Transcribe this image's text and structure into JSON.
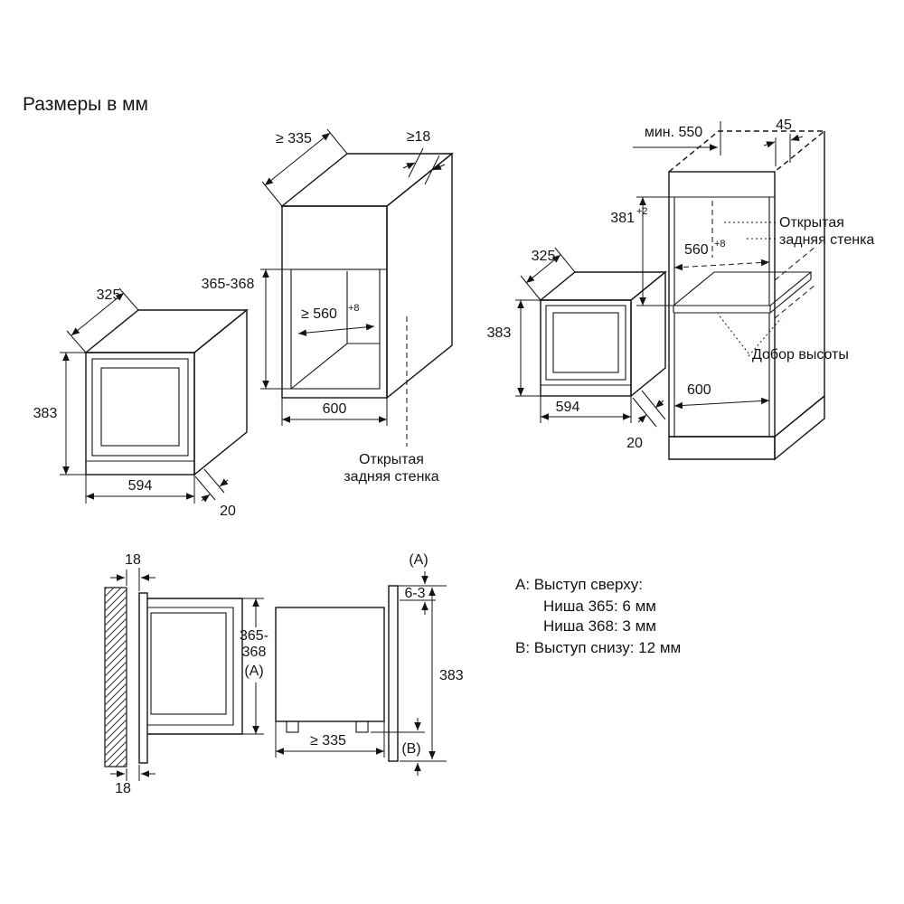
{
  "title": "Размеры в мм",
  "mw_left": {
    "depth": "325",
    "height": "383",
    "width": "594",
    "door_offset": "20"
  },
  "niche": {
    "min_depth": "≥ 335",
    "top_clearance": "≥18",
    "height": "365-368",
    "inner_width": "≥ 560",
    "inner_width_tol": "+8",
    "outer_width": "600",
    "open_back_line1": "Открытая",
    "open_back_line2": "задняя стенка"
  },
  "column": {
    "min_depth": "мин. 550",
    "rear_gap": "45",
    "niche_height": "381",
    "niche_height_tol": "+2",
    "inner_width": "560",
    "inner_width_tol": "+8",
    "lower_width": "600",
    "open_back_line1": "Открытая",
    "open_back_line2": "задняя стенка",
    "filler_label": "Добор высоты",
    "mw_depth": "325",
    "mw_height": "383",
    "mw_width": "594",
    "mw_door_offset": "20"
  },
  "sections": {
    "side_gap_top": "18",
    "side_gap_bottom": "18",
    "niche_height_line1": "365-",
    "niche_height_line2": "368",
    "niche_height_line3": "(A)",
    "label_a": "(A)",
    "top_protrusion": "6-3",
    "appliance_height": "383",
    "min_depth": "≥ 335",
    "label_b": "(B)"
  },
  "legend": {
    "line1": "A: Выступ сверху:",
    "line2": "Ниша 365: 6 мм",
    "line3": "Ниша 368: 3 мм",
    "line4": "B: Выступ снизу: 12 мм"
  }
}
